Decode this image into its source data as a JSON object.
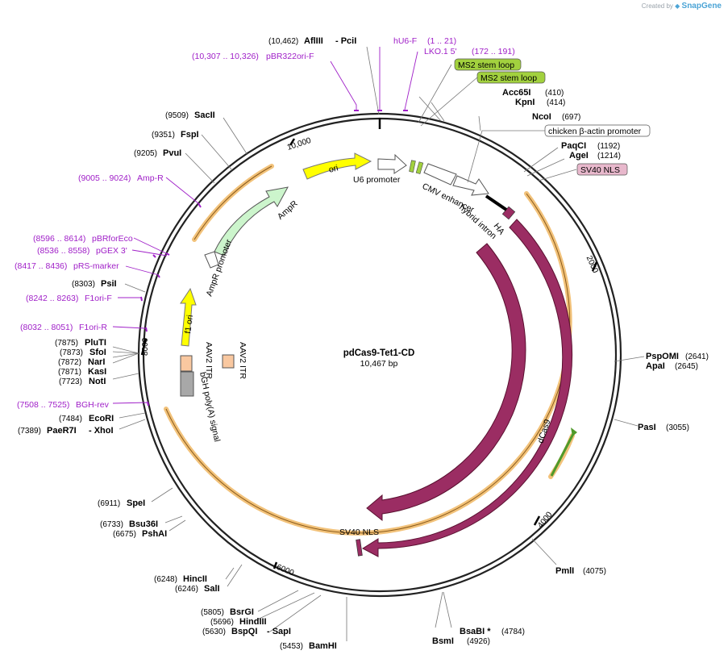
{
  "watermark": {
    "prefix": "Created by",
    "brand": "SnapGene"
  },
  "plasmid": {
    "name": "pdCas9-Tet1-CD",
    "size": "10,467 bp"
  },
  "ticks": [
    "2000",
    "4000",
    "6000",
    "8000",
    "10,000"
  ],
  "sites": {
    "afliii_pci": {
      "pos": "(10,462)",
      "name": "AflIII",
      "name2": "-  PciI"
    },
    "sacii": {
      "pos": "(9509)",
      "name": "SacII"
    },
    "fspi": {
      "pos": "(9351)",
      "name": "FspI"
    },
    "pvui": {
      "pos": "(9205)",
      "name": "PvuI"
    },
    "psii": {
      "pos": "(8303)",
      "name": "PsiI"
    },
    "pluti": {
      "pos": "(7875)",
      "name": "PluTI"
    },
    "sfoi": {
      "pos": "(7873)",
      "name": "SfoI"
    },
    "nari": {
      "pos": "(7872)",
      "name": "NarI"
    },
    "kasi": {
      "pos": "(7871)",
      "name": "KasI"
    },
    "noti": {
      "pos": "(7723)",
      "name": "NotI"
    },
    "ecori": {
      "pos": "(7484)",
      "name": "EcoRI"
    },
    "paer7i_xhoi": {
      "pos": "(7389)",
      "name": "PaeR7I",
      "name2": "-  XhoI"
    },
    "spei": {
      "pos": "(6911)",
      "name": "SpeI"
    },
    "bsu36i": {
      "pos": "(6733)",
      "name": "Bsu36I"
    },
    "pshai": {
      "pos": "(6675)",
      "name": "PshAI"
    },
    "hincii": {
      "pos": "(6248)",
      "name": "HincII"
    },
    "sali": {
      "pos": "(6246)",
      "name": "SalI"
    },
    "bsrgi": {
      "pos": "(5805)",
      "name": "BsrGI"
    },
    "hindiii": {
      "pos": "(5696)",
      "name": "HindIII"
    },
    "bspqi_sapi": {
      "pos": "(5630)",
      "name": "BspQI",
      "name2": "-  SapI"
    },
    "bamhi": {
      "pos": "(5453)",
      "name": "BamHI"
    },
    "acc65i": {
      "pos": "(410)",
      "name": "Acc65I"
    },
    "kpni": {
      "pos": "(414)",
      "name": "KpnI"
    },
    "ncoi": {
      "pos": "(697)",
      "name": "NcoI"
    },
    "paqci": {
      "pos": "(1192)",
      "name": "PaqCI"
    },
    "agei": {
      "pos": "(1214)",
      "name": "AgeI"
    },
    "pspomi": {
      "pos": "(2641)",
      "name": "PspOMI"
    },
    "apai": {
      "pos": "(2645)",
      "name": "ApaI"
    },
    "pasi": {
      "pos": "(3055)",
      "name": "PasI"
    },
    "pmli": {
      "pos": "(4075)",
      "name": "PmlI"
    },
    "bsabi": {
      "pos": "(4784)",
      "name": "BsaBI *"
    },
    "bsmi": {
      "pos": "(4926)",
      "name": "BsmI"
    }
  },
  "primers": {
    "pbr322ori_f": {
      "range": "(10,307 .. 10,326)",
      "name": "pBR322ori-F"
    },
    "hu6_f": {
      "name": "hU6-F"
    },
    "lko1_5": {
      "range": "(1 .. 21)",
      "name": "LKO.1 5'"
    },
    "ms2_range": {
      "range": "(172 .. 191)"
    },
    "amp_r": {
      "range": "(9005 .. 9024)",
      "name": "Amp-R"
    },
    "pbrforeco": {
      "range": "(8596 .. 8614)",
      "name": "pBRforEco"
    },
    "pgex3": {
      "range": "(8536 .. 8558)",
      "name": "pGEX 3'"
    },
    "prs_marker": {
      "range": "(8417 .. 8436)",
      "name": "pRS-marker"
    },
    "f1ori_f": {
      "range": "(8242 .. 8263)",
      "name": "F1ori-F"
    },
    "f1ori_r": {
      "range": "(8032 .. 8051)",
      "name": "F1ori-R"
    },
    "bgh_rev": {
      "range": "(7508 .. 7525)",
      "name": "BGH-rev"
    }
  },
  "boxed_features": {
    "ms2_a": "MS2 stem loop",
    "ms2_b": "MS2 stem loop",
    "chicken_actin": "chicken β-actin promoter",
    "sv40_nls_box": "SV40 NLS"
  },
  "features": {
    "ori": "ori",
    "u6_promoter": "U6 promoter",
    "cmv_enhancer": "CMV enhancer",
    "hybrid_intron": "hybrid intron",
    "ha": "HA",
    "ampr": "AmpR",
    "ampr_promoter": "AmpR promoter",
    "f1_ori": "f1 ori",
    "aav2_itr_a": "AAV2 ITR",
    "aav2_itr_b": "AAV2 ITR",
    "bgh_polya": "bGH poly(A) signal",
    "cas9": "Cas9",
    "dcas9": "dCas9",
    "sv40_nls": "SV40 NLS"
  },
  "colors": {
    "cas9": "#9b2d63",
    "ori": "#ffff00",
    "ampr": "#ccf5cc",
    "f1_ori": "#ffff00",
    "ms2": "#a2d13e",
    "sv40_box": "#e8b8cc",
    "primer": "#a020c8",
    "orf_highlight": "#f2c27a",
    "aav2_itr": "#f9c8a0",
    "bgh": "#a8a8a8"
  }
}
